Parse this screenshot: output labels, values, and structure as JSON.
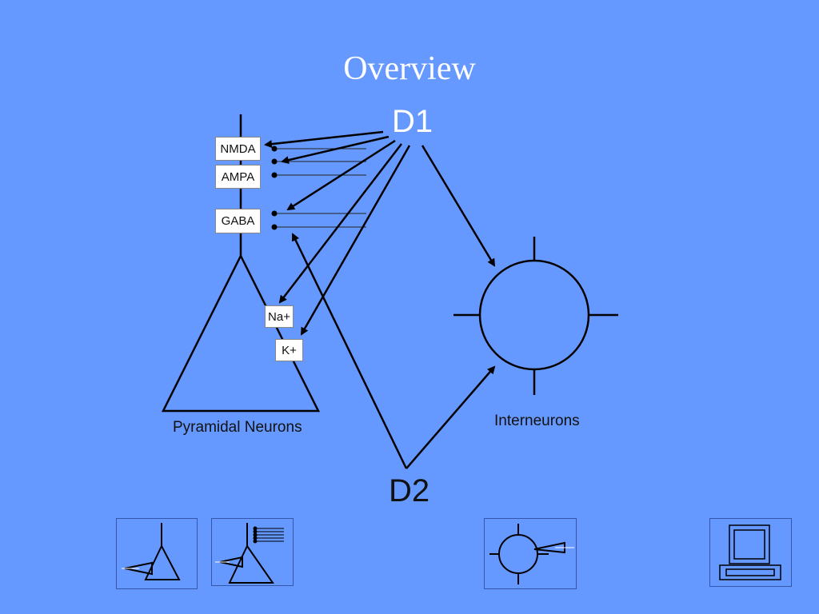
{
  "slide": {
    "title": "Overview"
  },
  "diagram": {
    "d1_label": "D1",
    "d2_label": "D2",
    "pyramidal_label": "Pyramidal Neurons",
    "interneurons_label": "Interneurons",
    "receptors": {
      "nmda": "NMDA",
      "ampa": "AMPA",
      "gaba": "GABA",
      "na": "Na+",
      "k": "K+"
    }
  },
  "nav": [
    {
      "icon": "pyramidal-neuron-electrode-icon"
    },
    {
      "icon": "pyramidal-neuron-synapses-icon"
    },
    {
      "icon": "interneuron-electrode-icon"
    },
    {
      "icon": "computer-icon"
    }
  ],
  "colors": {
    "background": "#6699ff",
    "title": "#ffffff",
    "lines": "#000000"
  }
}
